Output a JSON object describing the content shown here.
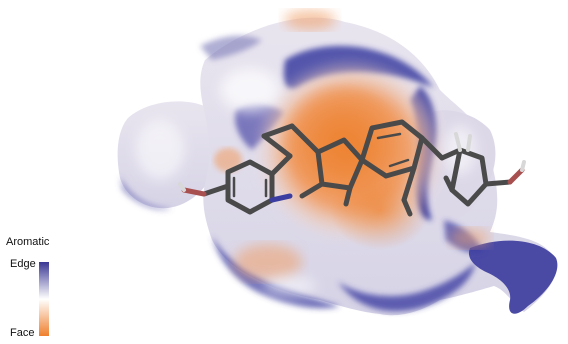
{
  "legend": {
    "title": "Aromatic",
    "high_label": "Edge",
    "low_label": "Face",
    "colors": {
      "edge": "#3a3794",
      "middle": "#ffffff",
      "face": "#ef7f2e"
    }
  },
  "surface": {
    "colors": {
      "edge": "#3b3da1",
      "mid": "#f3eef1",
      "face": "#ee8434"
    }
  },
  "ligand": {
    "color": "#4a4a4a",
    "oxygen_color": "#a85050",
    "hydrogen_color": "#d8d8d8"
  }
}
